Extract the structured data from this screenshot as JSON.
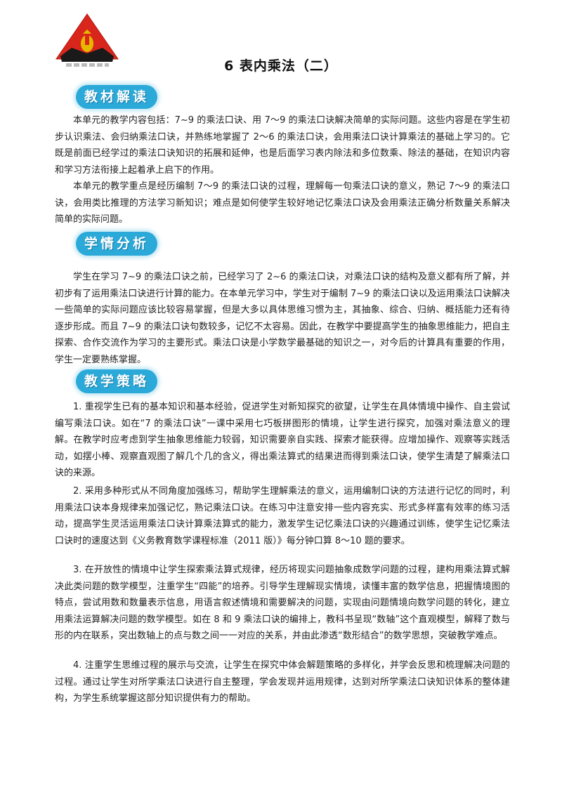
{
  "page": {
    "title": "6 表内乘法（二）"
  },
  "sections": [
    {
      "heading": "教材解读",
      "paragraphs": [
        "本单元的教学内容包括：7~9 的乘法口诀、用 7～9 的乘法口诀解决简单的实际问题。这些内容是在学生初步认识乘法、会归纳乘法口诀，并熟练地掌握了 2～6 的乘法口诀，会用乘法口诀计算乘法的基础上学习的。它既是前面已经学过的乘法口诀知识的拓展和延伸，也是后面学习表内除法和多位数乘、除法的基础，在知识内容和学习方法衔接上起着承上启下的作用。",
        "本单元的教学重点是经历编制 7～9 的乘法口诀的过程，理解每一句乘法口诀的意义，熟记 7～9 的乘法口诀，会用类比推理的方法学习新知识；难点是如何使学生较好地记忆乘法口诀及会用乘法正确分析数量关系解决简单的实际问题。"
      ]
    },
    {
      "heading": "学情分析",
      "paragraphs": [
        "学生在学习 7~9 的乘法口诀之前，已经学习了 2~6 的乘法口诀，对乘法口诀的结构及意义都有所了解，并初步有了运用乘法口诀进行计算的能力。在本单元学习中，学生对于编制 7~9 的乘法口诀以及运用乘法口诀解决一些简单的实际问题应该比较容易掌握，但是大多以具体思维习惯为主，其抽象、综合、归纳、概括能力还有待逐步形成。而且 7~9 的乘法口诀句数较多，记忆不太容易。因此，在教学中要提高学生的抽象思维能力，把自主探索、合作交流作为学习的主要形式。乘法口诀是小学数学最基础的知识之一，对今后的计算具有重要的作用，学生一定要熟练掌握。"
      ]
    },
    {
      "heading": "教学策略",
      "paragraphs": [
        "1. 重视学生已有的基本知识和基本经验，促进学生对新知探究的欲望，让学生在具体情境中操作、自主尝试编写乘法口诀。如在“7 的乘法口诀”一课中采用七巧板拼图形的情境，让学生进行探究，加强对乘法意义的理解。在教学时应考虑到学生抽象思维能力较弱，知识需要亲自实践、探索才能获得。应增加操作、观察等实践活动，如摆小棒、观察直观图了解几个几的含义，得出乘法算式的结果进而得到乘法口诀，使学生清楚了解乘法口诀的来源。",
        "2. 采用多种形式从不同角度加强练习，帮助学生理解乘法的意义，运用编制口诀的方法进行记忆的同时，利用乘法口诀本身规律来加强记忆，熟记乘法口诀。在练习中注意安排一些内容充实、形式多样富有效率的练习活动，提高学生灵活运用乘法口诀计算乘法算式的能力，激发学生记忆乘法口诀的兴趣通过训练，使学生记忆乘法口诀时的速度达到《义务教育数学课程标准（2011 版）》每分钟口算 8～10 题的要求。",
        "3. 在开放性的情境中让学生探索乘法算式规律，经历将现实问题抽象成数学问题的过程，建构用乘法算式解决此类问题的数学模型，注重学生“四能”的培养。引导学生理解现实情境，读懂丰富的数学信息，把握情境图的特点，尝试用数和数量表示信息，用语言叙述情境和需要解决的问题，实现由问题情境向数学问题的转化，建立用乘法运算解决问题的数学模型。如在 8 和 9 乘法口诀的编排上，教科书呈现“数轴”这个直观模型，解释了数与形的内在联系，突出数轴上的点与数之间一一对应的关系，并由此渗透“数形结合”的数学思想，突破教学难点。",
        "4. 注重学生思维过程的展示与交流，让学生在探究中体会解题策略的多样化，并学会反思和梳理解决问题的过程。通过让学生对所学乘法口诀进行自主整理，学会发现并运用规律，达到对所学乘法口诀知识体系的整体建构，为学生系统掌握这部分知识提供有力的帮助。"
      ]
    }
  ],
  "colors": {
    "badge": "#2ba9d8",
    "logo_red": "#d9261c",
    "logo_black": "#1a1a1a",
    "logo_gold": "#e6b800"
  },
  "icons": {
    "logo": "school-crest-icon"
  }
}
